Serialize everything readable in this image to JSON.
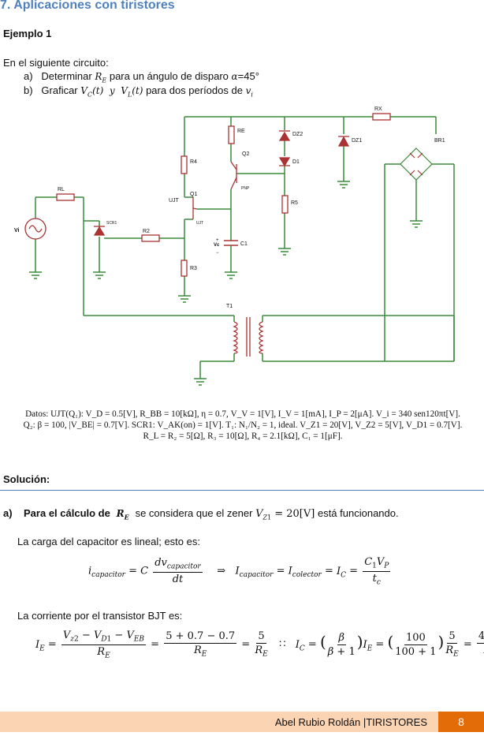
{
  "section_title": "7. Aplicaciones con tiristores",
  "example_title": "Ejemplo 1",
  "intro": "En el siguiente circuito:",
  "items": [
    {
      "label": "a)",
      "text_a": "Determinar",
      "math_a": "R_E",
      "text_b": "para un ángulo de disparo",
      "math_b": "α=45°"
    },
    {
      "label": "b)",
      "text_a": "Graficar",
      "math_a": "V_C(t) y V_L(t)",
      "text_b": "para dos períodos de",
      "math_b": "v_i"
    }
  ],
  "circuit": {
    "labels": {
      "rx": "RX",
      "re": "RE",
      "dz2": "DZ2",
      "dz1": "DZ1",
      "br1": "BR1",
      "q2": "Q2",
      "d1": "D1",
      "r4": "R4",
      "pnp": "PNP",
      "ujt_lbl": "UJT",
      "q1": "Q1",
      "ujt_small": "UJT",
      "r5": "R5",
      "rl": "RL",
      "scr1": "SCR1",
      "r2": "R2",
      "vi": "Vi",
      "vc": "Vc",
      "c1": "C1",
      "r3": "R3",
      "t1": "T1",
      "plus": "+",
      "minus": "−"
    },
    "colors": {
      "wire": "#3b8a3b",
      "part": "#a33",
      "ground": "#3b8a3b"
    }
  },
  "datos": {
    "line1": "Datos: UJT(Q₁): V_D = 0.5[V], R_BB = 10[kΩ], η = 0.7, V_V = 1[V], I_V = 1[mA], I_P = 2[μA]. V_i = 340 sen120πt[V].",
    "line2": "Q₂: β = 100, |V_BE| = 0.7[V].   SCR1: V_AK(on) = 1[V].   T₁: N₁/N₂ = 1, ideal.  V_Z1 = 20[V], V_Z2 = 5[V], V_D1 = 0.7[V].",
    "line3": "R_L = R₂ = 5[Ω], R₃ = 10[Ω], R₄ = 2.1[kΩ], C₁ = 1[μF]."
  },
  "solution_title": "Solución:",
  "part_a": {
    "label": "a)",
    "bold": "Para el cálculo de",
    "math": "R_E",
    "rest": "se considera que el zener",
    "math2": "V_Z1 = 20[V]",
    "rest2": "está funcionando."
  },
  "cap_text": "La carga del capacitor es lineal; esto es:",
  "bjt_text": "La corriente por el transistor BJT es:",
  "footer": {
    "author": "Abel Rubio Roldán |TIRISTORES",
    "page": "8"
  }
}
